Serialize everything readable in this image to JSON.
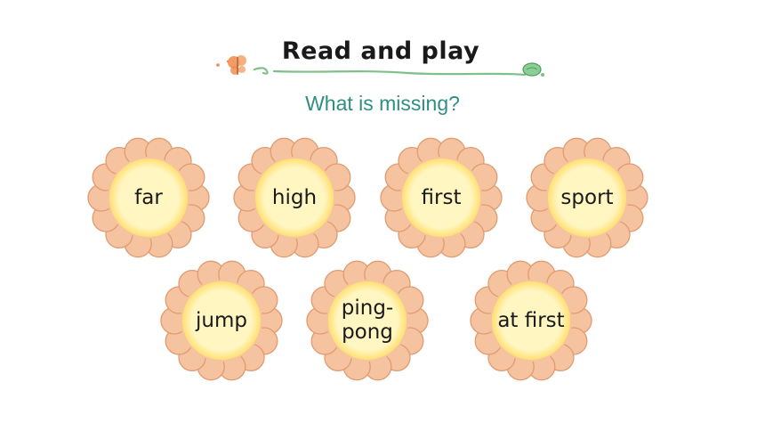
{
  "header": {
    "title": "Read and play"
  },
  "subtitle": "What is missing?",
  "flowers": [
    {
      "word": "far"
    },
    {
      "word": "high"
    },
    {
      "word": "first"
    },
    {
      "word": "sport"
    },
    {
      "word": "jump"
    },
    {
      "word": "ping-pong"
    },
    {
      "word": "at first"
    }
  ],
  "colors": {
    "petal": "#f6c3a0",
    "petal_stroke": "#e09b70",
    "center": "#fff6c2",
    "center_glow": "#ffe27a",
    "subtitle": "#2e8f83",
    "vine": "#7fc08a",
    "butterfly": "#f08a4a"
  }
}
